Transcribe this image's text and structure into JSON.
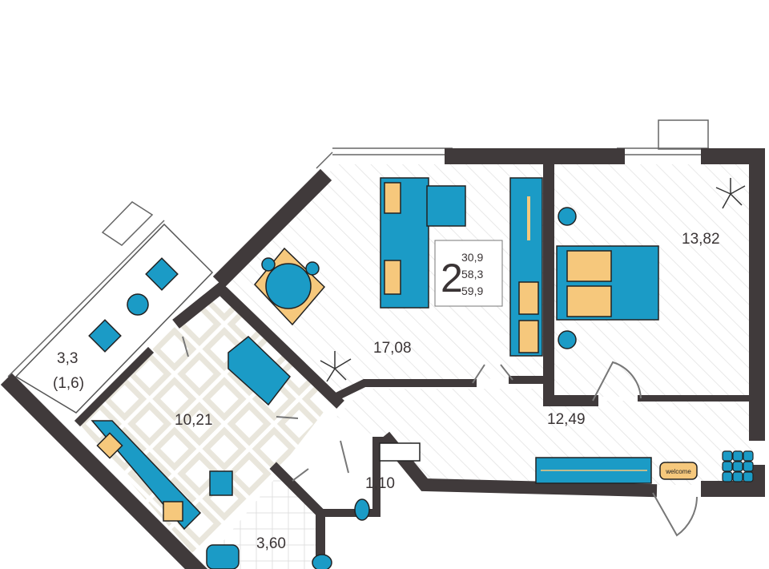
{
  "plan": {
    "rooms_count": "2",
    "areas": {
      "living": "30,9",
      "total": "58,3",
      "total_with_balcony": "59,9"
    },
    "rooms": [
      {
        "id": "balcony",
        "area": "3,3",
        "reduced_area": "(1,6)"
      },
      {
        "id": "kitchen",
        "area": "10,21"
      },
      {
        "id": "living-room",
        "area": "17,08"
      },
      {
        "id": "bedroom",
        "area": "13,82"
      },
      {
        "id": "hallway",
        "area": "12,49"
      },
      {
        "id": "toilet",
        "area": "1,10"
      },
      {
        "id": "bathroom",
        "area": "3,60"
      }
    ],
    "doormat_text": "welcome"
  },
  "colors": {
    "wall": "#403a3b",
    "furniture": "#1b9bc6",
    "accent": "#f6c87c",
    "hatch": "#e4e4e4"
  }
}
